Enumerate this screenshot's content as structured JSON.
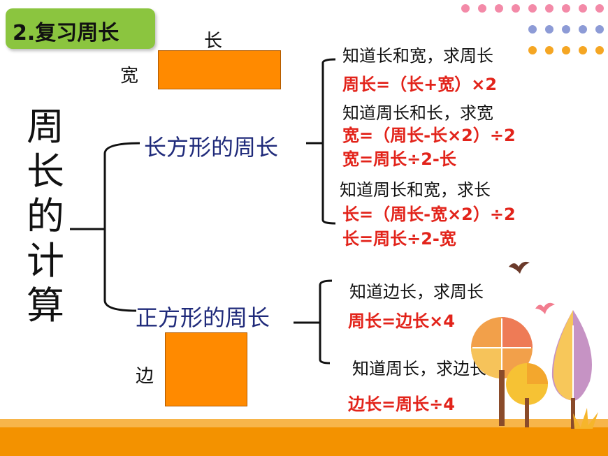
{
  "header": {
    "title": "2.复习周长"
  },
  "rect_labels": {
    "length": "长",
    "width": "宽",
    "side": "边"
  },
  "vertical_title": [
    "周",
    "长",
    "的",
    "计",
    "算"
  ],
  "rectangle": {
    "label": "长方形的周长",
    "cases": [
      {
        "known": "知道长和宽，求周长",
        "formulas": [
          "周长=（长+宽）×2"
        ]
      },
      {
        "known": "知道周长和长，求宽",
        "formulas": [
          "宽=（周长-长×2）÷2",
          "宽=周长÷2-长"
        ]
      },
      {
        "known": "知道周长和宽，求长",
        "formulas": [
          "长=（周长-宽×2）÷2",
          "长=周长÷2-宽"
        ]
      }
    ]
  },
  "square": {
    "label": "正方形的周长",
    "cases": [
      {
        "known": "知道边长，求周长",
        "formulas": [
          "周长=边长×4"
        ]
      },
      {
        "known": "知道周长，求边长",
        "formulas": [
          "边长=周长÷4"
        ]
      }
    ]
  },
  "colors": {
    "badge": "#8bc53f",
    "shape": "#ff8a00",
    "formula": "#e2231a",
    "heading": "#1f2a7a",
    "ground": "#f39200"
  },
  "decor": {
    "dot_rows": [
      "pink-dots",
      "blue-dots",
      "orange-dots"
    ],
    "icons": [
      "bird-icon",
      "tree-icon",
      "grass-icon"
    ]
  }
}
